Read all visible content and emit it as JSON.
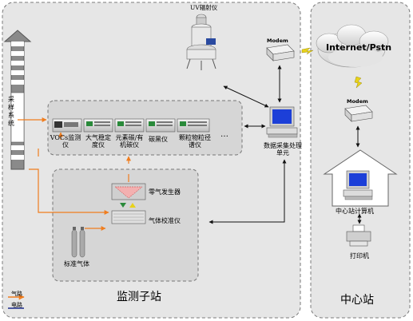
{
  "labels": {
    "uv": "UV辐射仪",
    "modem_left": "Modem",
    "modem_right": "Modem",
    "internet": "Internet/Pstn",
    "sampling_system": "采样系统",
    "vocs": "VOCs监测仪",
    "atm_stability": "大气稳定度仪",
    "ec_oc": "元素碳/有机碳仪",
    "carbon_black": "碳黑仪",
    "particle_size": "颗粒物粒径谱仪",
    "ellipsis": "…",
    "daq": "数据采集处理单元",
    "zero_gas": "零气发生器",
    "gas_calibrator": "气体校准仪",
    "std_gas": "标准气体",
    "central_computer": "中心站计算机",
    "printer": "打印机",
    "legend_gas": "气路",
    "legend_elec": "电路",
    "monitoring_substation": "监测子站",
    "central_station": "中心站"
  },
  "colors": {
    "gas_line": "#f07d1e",
    "elec_line": "#1a2a8a",
    "panel_fill": "#e6e6e6",
    "panel_border": "#7a7a7a",
    "arrow_gray": "#6e6e6e",
    "screen_blue": "#1c3fd8"
  }
}
